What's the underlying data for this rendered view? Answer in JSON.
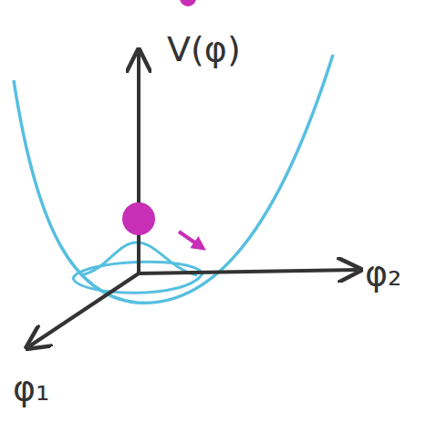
{
  "diagram": {
    "labels": [
      "V(φ)",
      "φ₂",
      "φ₁"
    ]
  }
}
